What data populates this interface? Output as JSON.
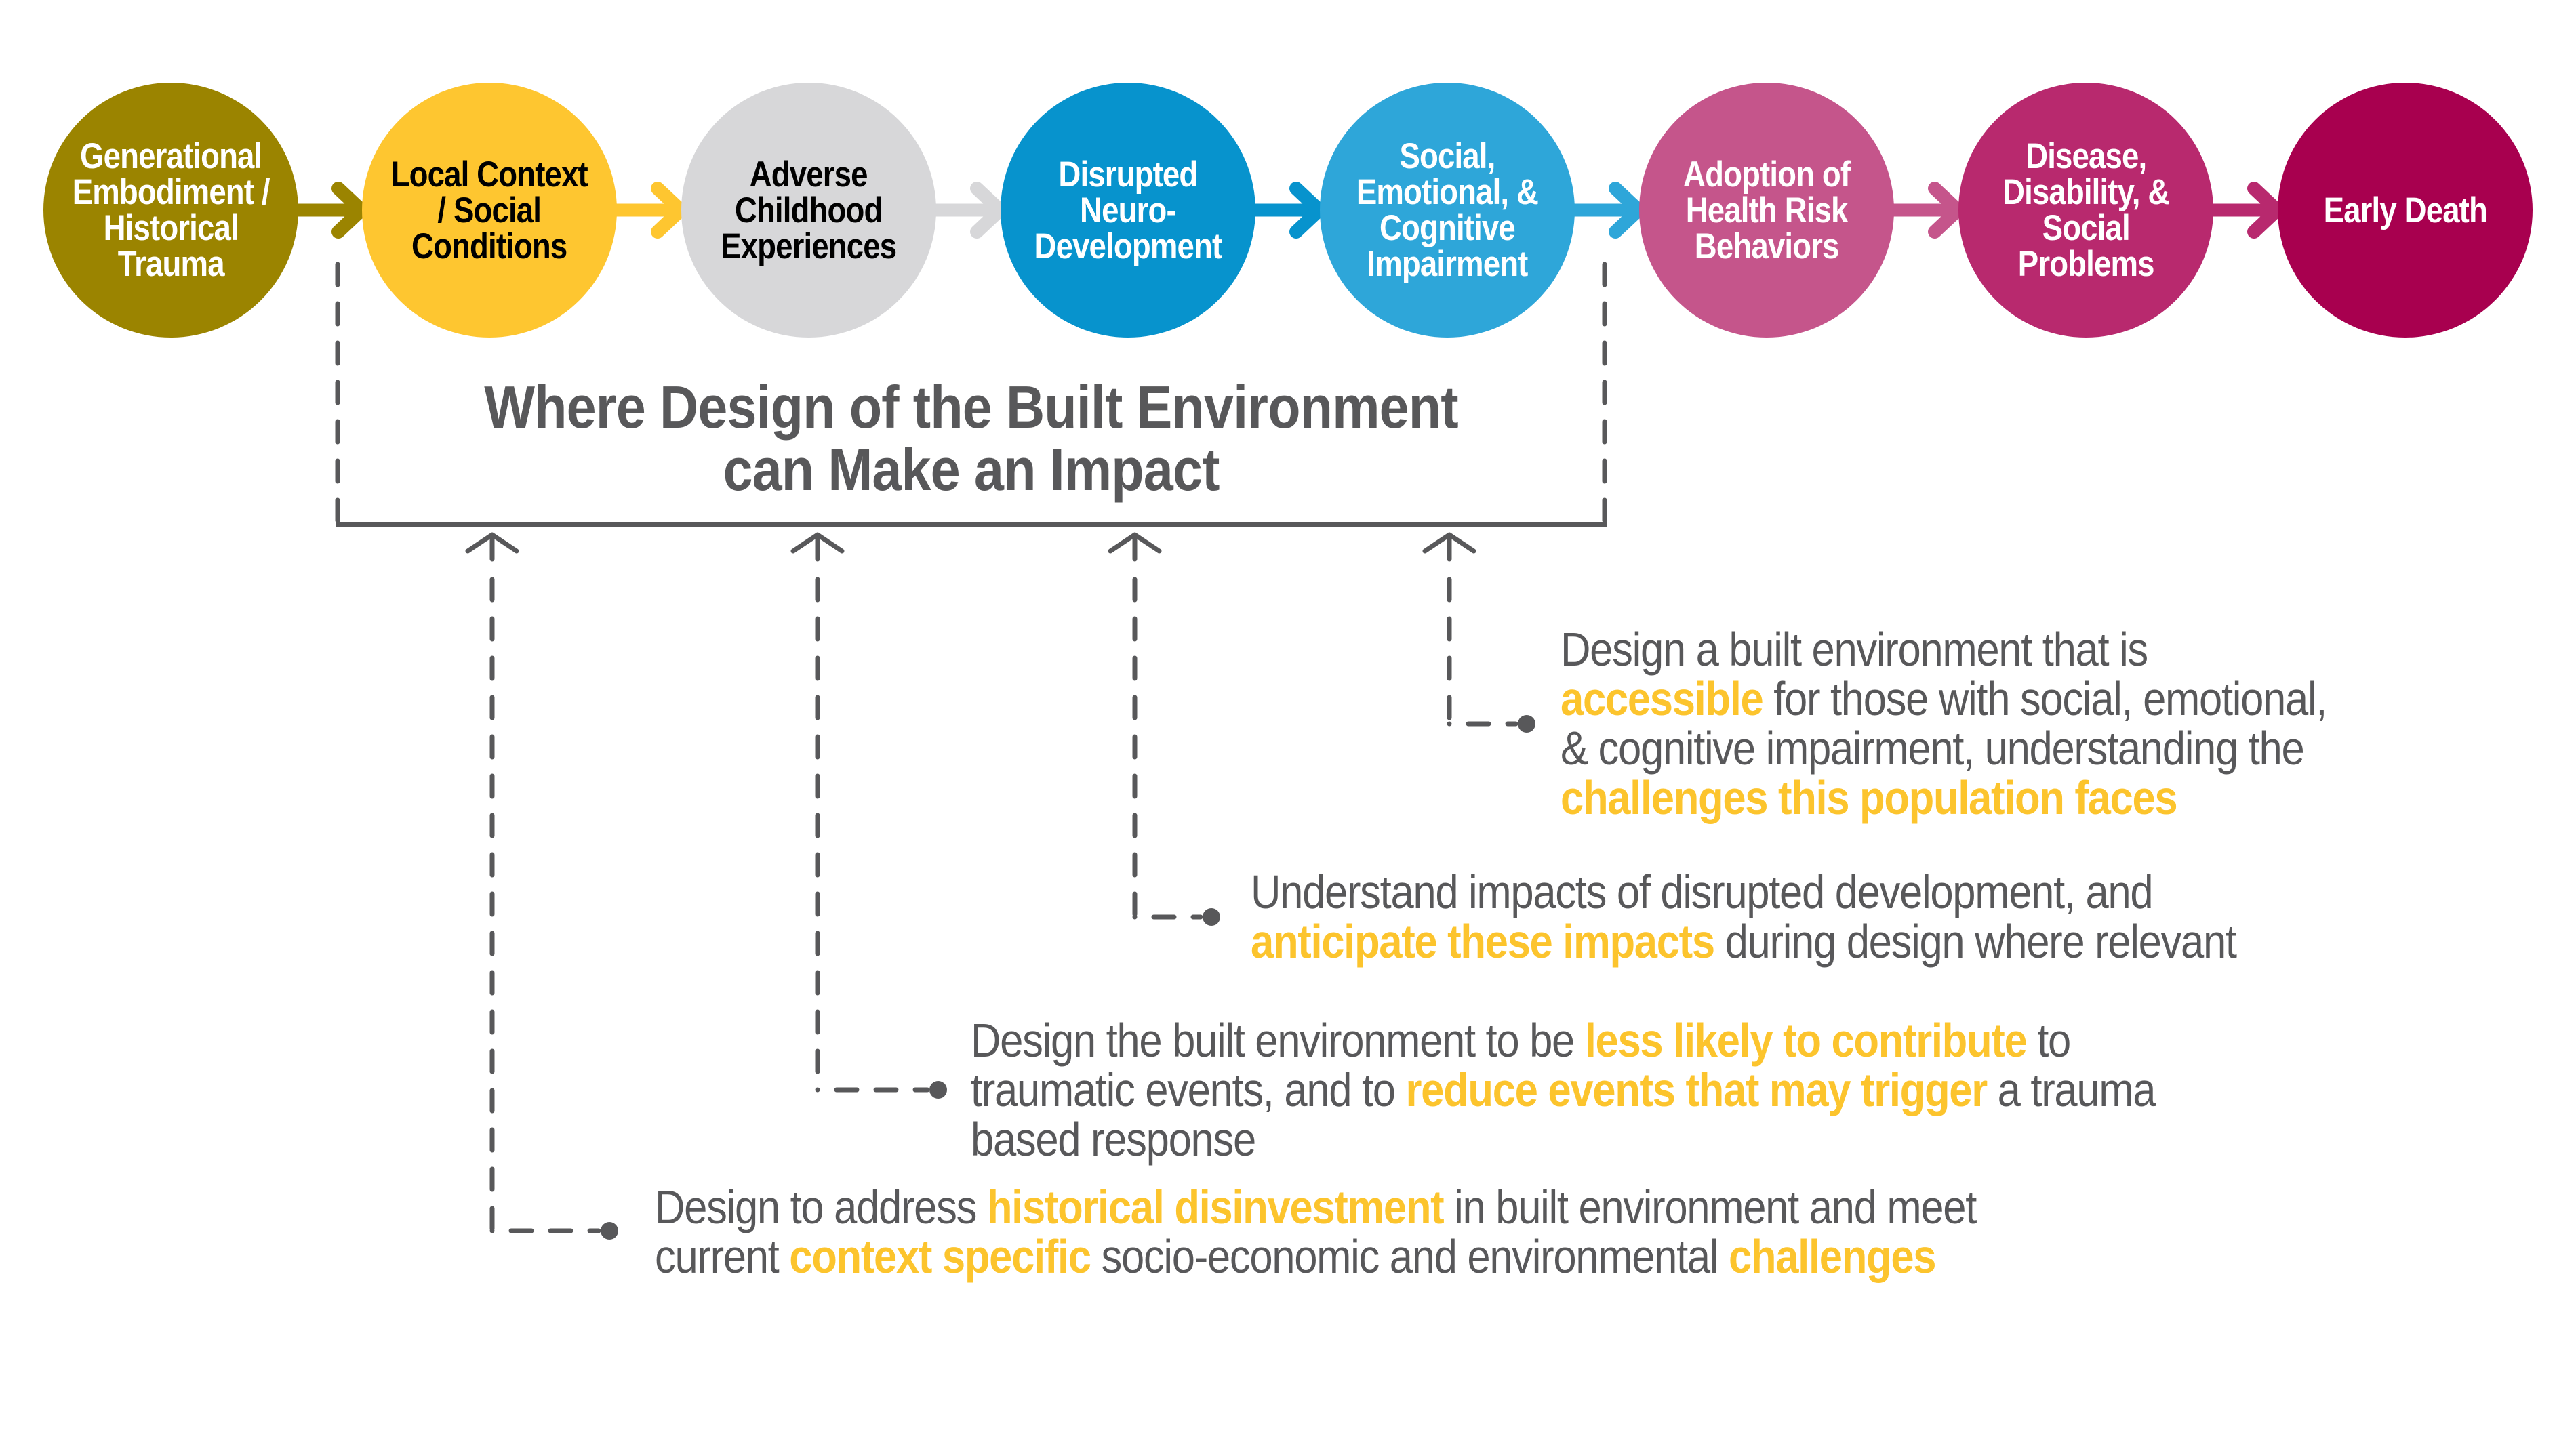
{
  "title": "Where Design of the Built Environment can Make an Impact",
  "heading": {
    "line1": "Where Design of the Built Environment",
    "line2": "can Make an Impact"
  },
  "colors": {
    "line": "#58585a",
    "text": "#58585a",
    "highlight": "#fcc42d"
  },
  "nodes": [
    {
      "label": "Generational\nEmbodiment /\nHistorical\nTrauma",
      "fill": "#9b8400",
      "text_color": "#ffffff"
    },
    {
      "label": "Local Context\n/ Social\nConditions",
      "fill": "#fec630",
      "text_color": "#000000"
    },
    {
      "label": "Adverse\nChildhood\nExperiences",
      "fill": "#d7d7d9",
      "text_color": "#000000"
    },
    {
      "label": "Disrupted\nNeuro-\nDevelopment",
      "fill": "#0793cd",
      "text_color": "#ffffff"
    },
    {
      "label": "Social,\nEmotional, &\nCognitive\nImpairment",
      "fill": "#2ea6d9",
      "text_color": "#ffffff"
    },
    {
      "label": "Adoption of\nHealth Risk\nBehaviors",
      "fill": "#c5558b",
      "text_color": "#ffffff"
    },
    {
      "label": "Disease,\nDisability, &\nSocial\nProblems",
      "fill": "#b8296e",
      "text_color": "#ffffff"
    },
    {
      "label": "Early Death",
      "fill": "#a8004f",
      "text_color": "#ffffff"
    }
  ],
  "notes": [
    {
      "target": "Local Context / Social Conditions",
      "lines": [
        [
          {
            "t": "Design to address ",
            "h": false
          },
          {
            "t": "historical disinvestment",
            "h": true
          },
          {
            "t": " in built environment and meet",
            "h": false
          }
        ],
        [
          {
            "t": "current ",
            "h": false
          },
          {
            "t": "context specific",
            "h": true
          },
          {
            "t": " socio-economic and environmental ",
            "h": false
          },
          {
            "t": "challenges",
            "h": true
          }
        ]
      ]
    },
    {
      "target": "Adverse Childhood Experiences",
      "lines": [
        [
          {
            "t": "Design the built environment to be ",
            "h": false
          },
          {
            "t": "less likely to contribute",
            "h": true
          },
          {
            "t": " to",
            "h": false
          }
        ],
        [
          {
            "t": "traumatic events, and to ",
            "h": false
          },
          {
            "t": "reduce events that may trigger",
            "h": true
          },
          {
            "t": " a trauma",
            "h": false
          }
        ],
        [
          {
            "t": "based response",
            "h": false
          }
        ]
      ]
    },
    {
      "target": "Disrupted Neuro-Development",
      "lines": [
        [
          {
            "t": "Understand impacts of disrupted development, and",
            "h": false
          }
        ],
        [
          {
            "t": "anticipate these impacts",
            "h": true
          },
          {
            "t": " during design where relevant",
            "h": false
          }
        ]
      ]
    },
    {
      "target": "Social, Emotional, & Cognitive Impairment",
      "lines": [
        [
          {
            "t": "Design a built environment that is",
            "h": false
          }
        ],
        [
          {
            "t": "accessible",
            "h": true
          },
          {
            "t": " for those with social, emotional,",
            "h": false
          }
        ],
        [
          {
            "t": "& cognitive impairment, understanding the",
            "h": false
          }
        ],
        [
          {
            "t": "challenges this population faces",
            "h": true
          }
        ]
      ]
    }
  ]
}
